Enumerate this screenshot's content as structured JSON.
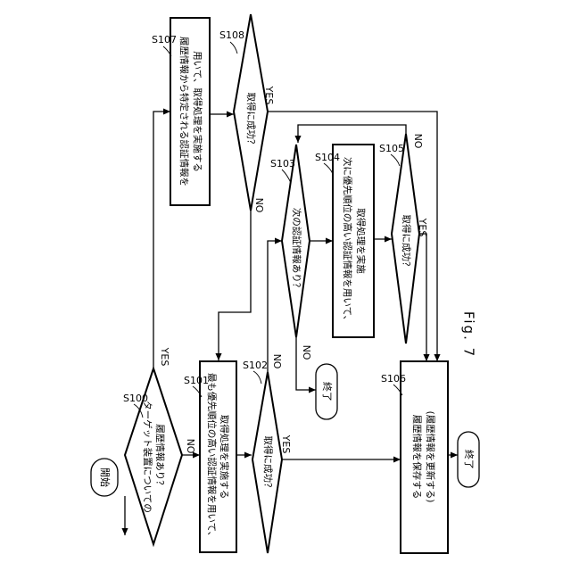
{
  "figure": {
    "label": "Fig. 7"
  },
  "steps": {
    "start": "開始",
    "end_a": "終了",
    "end_b": "終了",
    "s100": {
      "id": "S100",
      "lines": [
        "ターゲット装置についての",
        "履歴情報あり？"
      ]
    },
    "s101": {
      "id": "S101",
      "lines": [
        "最も優先順位の高い認証情報を用いて、",
        "取得処理を実施する"
      ]
    },
    "s102": {
      "id": "S102",
      "lines": [
        "取得に成功？"
      ]
    },
    "s103": {
      "id": "S103",
      "lines": [
        "次の認証情報あり？"
      ]
    },
    "s104": {
      "id": "S104",
      "lines": [
        "次に優先順位の高い認証情報を用いて、",
        "取得処理を実施"
      ]
    },
    "s105": {
      "id": "S105",
      "lines": [
        "取得に成功？"
      ]
    },
    "s106": {
      "id": "S106",
      "lines": [
        "履歴情報を保存する",
        "(履歴情報を更新する)"
      ]
    },
    "s107": {
      "id": "S107",
      "lines": [
        "履歴情報から特定される認証情報を",
        "用いて、取得処理を実施する"
      ]
    },
    "s108": {
      "id": "S108",
      "lines": [
        "取得に成功？"
      ]
    }
  },
  "branch_labels": {
    "s100_yes": "YES",
    "s100_no": "NO",
    "s102_yes": "YES",
    "s102_no": "NO",
    "s103_no": "NO",
    "s105_yes": "YES",
    "s105_no": "NO",
    "s108_yes": "YES",
    "s108_no": "NO"
  }
}
